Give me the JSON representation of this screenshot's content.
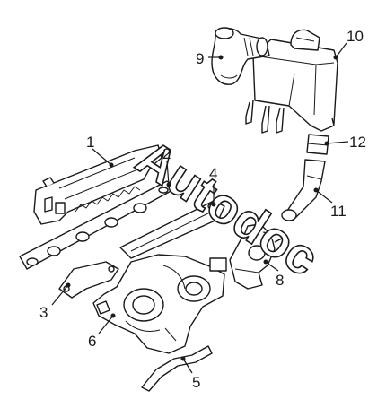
{
  "watermark": "Autodoc",
  "callouts": {
    "c1": "1",
    "c2": "2",
    "c3": "3",
    "c4": "4",
    "c5": "5",
    "c6": "6",
    "c8": "8",
    "c9": "9",
    "c10": "10",
    "c11": "11",
    "c12": "12"
  }
}
